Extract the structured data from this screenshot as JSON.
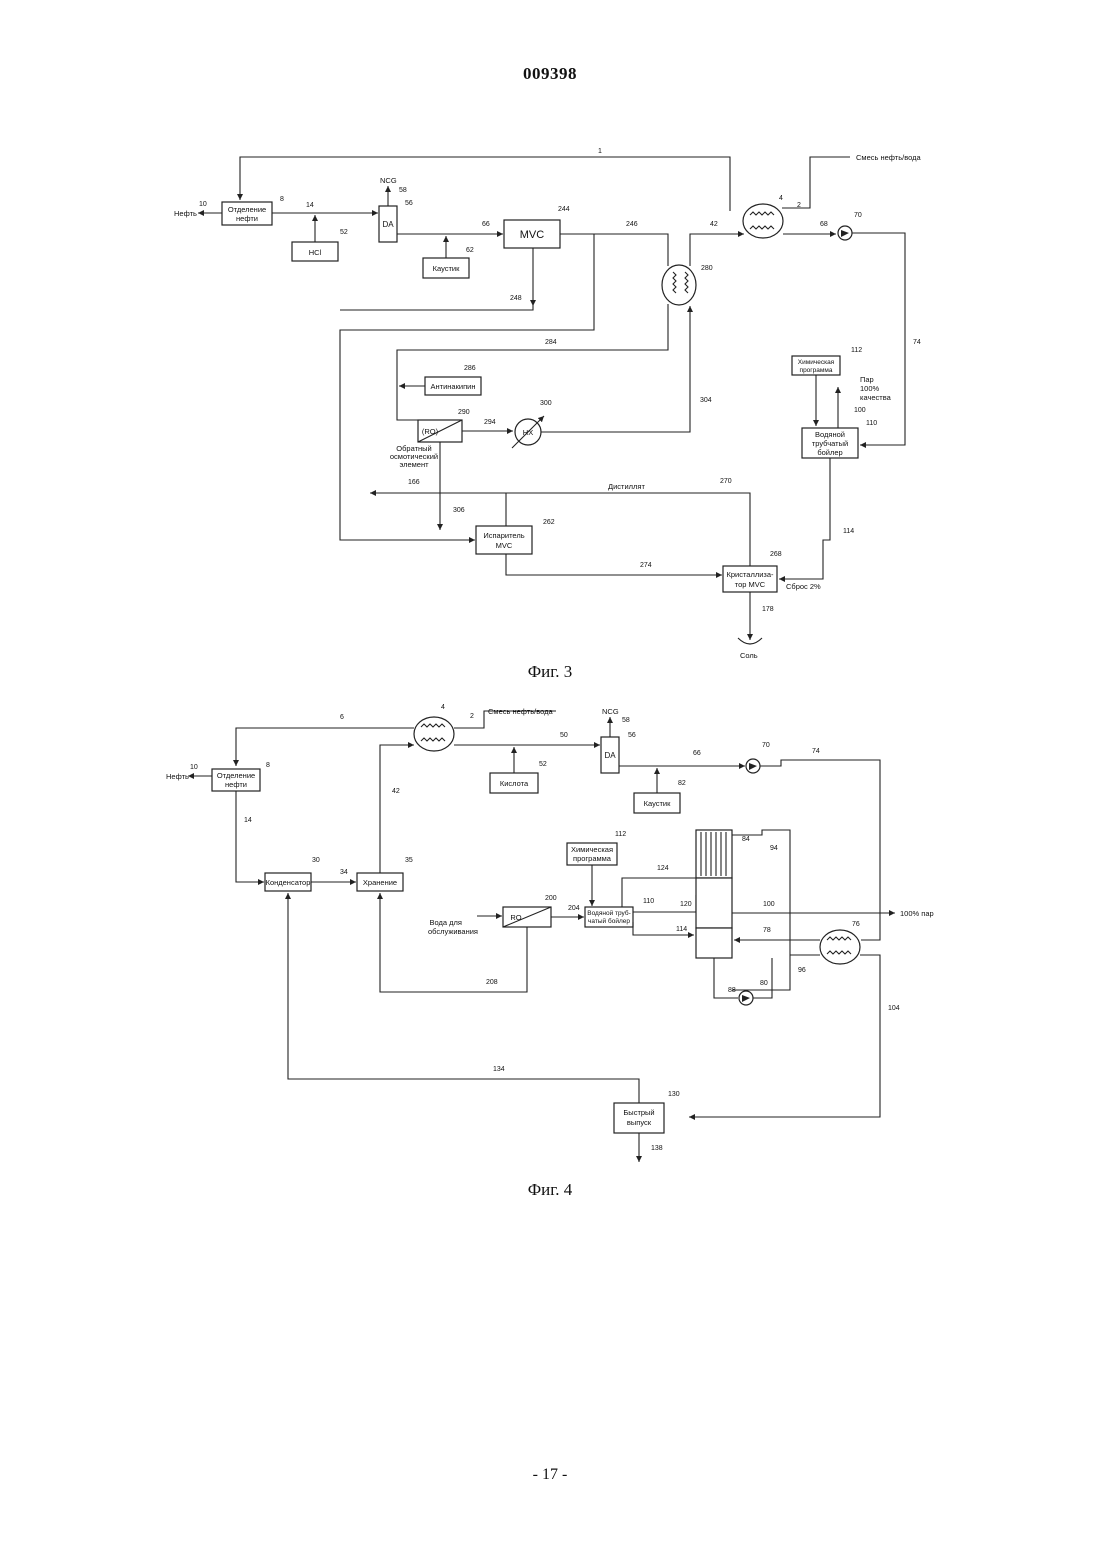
{
  "header": {
    "doc_number": "009398"
  },
  "footer": {
    "page": "- 17 -"
  },
  "fig3": {
    "caption": "Фиг. 3",
    "labels": {
      "oil_water_mix": "Смесь нефть/вода",
      "oil": "Нефть",
      "oil_sep_1": "Отделение",
      "oil_sep_2": "нефти",
      "ncg": "NCG",
      "da": "DA",
      "hcl": "HCl",
      "mvc": "MVC",
      "caustic": "Каустик",
      "antiscalant": "Антинакипин",
      "ro": "(RO)",
      "ro_elem_1": "Обратный",
      "ro_elem_2": "осмотический",
      "ro_elem_3": "элемент",
      "hx": "HX",
      "chem_1": "Химическая",
      "chem_2": "программа",
      "steam_1": "Пар",
      "steam_2": "100%",
      "steam_3": "качества",
      "boiler_1": "Водяной",
      "boiler_2": "трубчатый",
      "boiler_3": "бойлер",
      "distillate": "Дистиллят",
      "evap_1": "Испаритель",
      "evap_2": "MVC",
      "cryst_1": "Кристаллиза-",
      "cryst_2": "тор MVC",
      "blowdown": "Сброс 2%",
      "salt": "Соль"
    },
    "refs": {
      "r1": "1",
      "r2": "2",
      "r4": "4",
      "r8": "8",
      "r10": "10",
      "r14": "14",
      "r52": "52",
      "r56": "56",
      "r58": "58",
      "r62": "62",
      "r66": "66",
      "r68": "68",
      "r70": "70",
      "r74": "74",
      "r100": "100",
      "r110": "110",
      "r112": "112",
      "r114": "114",
      "r166": "166",
      "r178": "178",
      "r244": "244",
      "r246": "246",
      "r248": "248",
      "r262": "262",
      "r268": "268",
      "r270": "270",
      "r274": "274",
      "r280": "280",
      "r284": "284",
      "r286": "286",
      "r290": "290",
      "r294": "294",
      "r300": "300",
      "r304": "304",
      "r306": "306",
      "r42": "42"
    }
  },
  "fig4": {
    "caption": "Фиг. 4",
    "labels": {
      "oil_water_mix": "Смесь нефть/вода",
      "oil": "Нефть",
      "oil_sep_1": "Отделение",
      "oil_sep_2": "нефти",
      "ncg": "NCG",
      "da": "DA",
      "acid": "Кислота",
      "caustic": "Каустик",
      "condenser": "Конденсатор",
      "storage": "Хранение",
      "chem_1": "Химическая",
      "chem_2": "программа",
      "service_water_1": "Вода для",
      "service_water_2": "обслуживания",
      "ro": "RO",
      "boiler_1": "Водяной труб-",
      "boiler_2": "чатый бойлер",
      "steam": "100% пар",
      "flash_1": "Быстрый",
      "flash_2": "выпуск"
    },
    "refs": {
      "r2": "2",
      "r4": "4",
      "r6": "6",
      "r8": "8",
      "r10": "10",
      "r14": "14",
      "r30": "30",
      "r34": "34",
      "r35": "35",
      "r42": "42",
      "r50": "50",
      "r52": "52",
      "r56": "56",
      "r58": "58",
      "r66": "66",
      "r70": "70",
      "r74": "74",
      "r76": "76",
      "r78": "78",
      "r80": "80",
      "r82": "82",
      "r84": "84",
      "r88": "88",
      "r94": "94",
      "r96": "96",
      "r100": "100",
      "r104": "104",
      "r110": "110",
      "r112": "112",
      "r114": "114",
      "r120": "120",
      "r124": "124",
      "r130": "130",
      "r134": "134",
      "r138": "138",
      "r200": "200",
      "r204": "204",
      "r208": "208"
    }
  }
}
